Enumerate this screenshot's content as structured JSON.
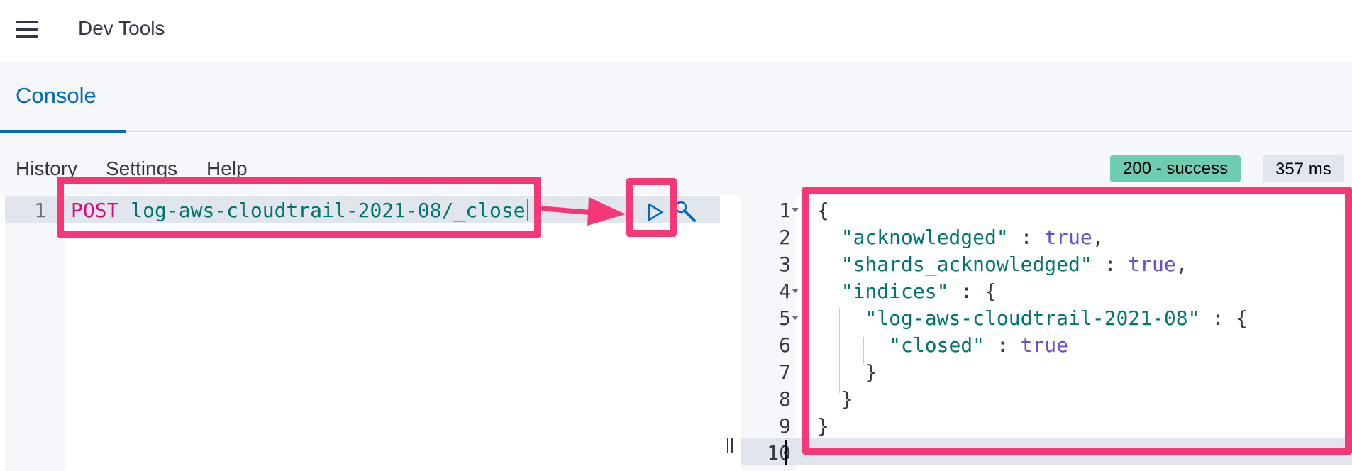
{
  "header": {
    "title": "Dev Tools",
    "menu_icon": "hamburger-menu-icon"
  },
  "tabs": [
    {
      "label": "Console",
      "active": true
    }
  ],
  "toolbar": {
    "items": [
      "History",
      "Settings",
      "Help"
    ],
    "status": "200 - success",
    "status_color": "#6dccb1",
    "time": "357 ms"
  },
  "editor": {
    "line_numbers": [
      "1"
    ],
    "request": {
      "method": "POST",
      "path": "log-aws-cloudtrail-2021-08/_close"
    },
    "actions": {
      "run_icon": "play-icon",
      "docs_icon": "wrench-icon"
    }
  },
  "output": {
    "line_numbers": [
      "1",
      "2",
      "3",
      "4",
      "5",
      "6",
      "7",
      "8",
      "9",
      "10"
    ],
    "lines": [
      {
        "pre": "{"
      },
      {
        "pre": "  ",
        "key": "\"acknowledged\"",
        "mid": " : ",
        "val": "true",
        "post": ","
      },
      {
        "pre": "  ",
        "key": "\"shards_acknowledged\"",
        "mid": " : ",
        "val": "true",
        "post": ","
      },
      {
        "pre": "  ",
        "key": "\"indices\"",
        "mid": " : {"
      },
      {
        "pre": "    ",
        "key": "\"log-aws-cloudtrail-2021-08\"",
        "mid": " : {"
      },
      {
        "pre": "      ",
        "key": "\"closed\"",
        "mid": " : ",
        "val": "true"
      },
      {
        "pre": "    }"
      },
      {
        "pre": "  }"
      },
      {
        "pre": "}"
      },
      {
        "pre": ""
      }
    ]
  },
  "annotation_color": "#f43875"
}
